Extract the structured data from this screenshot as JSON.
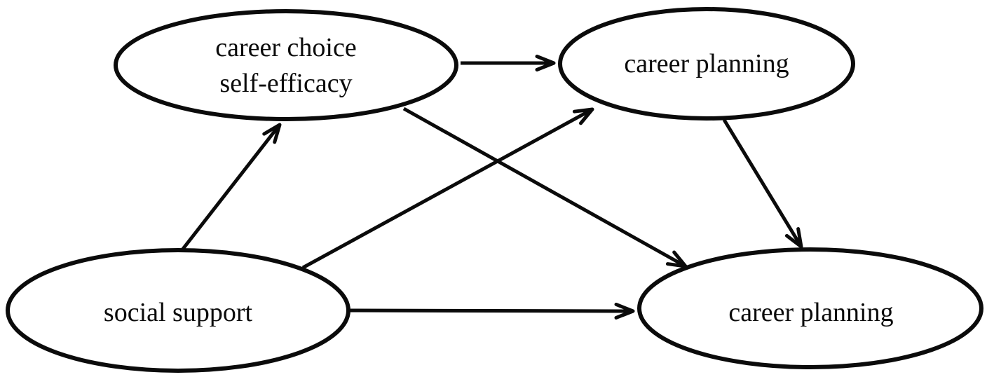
{
  "diagram": {
    "title": "path model: social support, career choice self-efficacy, career planning",
    "background_color": "#ffffff",
    "line_color": "#0b0b0b",
    "nodes": [
      {
        "id": "career-choice-self-efficacy",
        "shape": "ellipse",
        "label": "career choice self-efficacy",
        "label_line1": "career choice",
        "label_line2": "self-efficacy",
        "position": "top-left"
      },
      {
        "id": "career-planning-top",
        "shape": "ellipse",
        "label": "career planning",
        "position": "top-right"
      },
      {
        "id": "social-support",
        "shape": "ellipse",
        "label": "social support",
        "position": "bottom-left"
      },
      {
        "id": "career-planning-bottom",
        "shape": "ellipse",
        "label": "career planning",
        "position": "bottom-right"
      }
    ],
    "edges": [
      {
        "from": "social-support",
        "to": "career-choice-self-efficacy",
        "style": "arrow"
      },
      {
        "from": "social-support",
        "to": "career-planning-top",
        "style": "arrow"
      },
      {
        "from": "social-support",
        "to": "career-planning-bottom",
        "style": "arrow"
      },
      {
        "from": "career-choice-self-efficacy",
        "to": "career-planning-top",
        "style": "arrow"
      },
      {
        "from": "career-choice-self-efficacy",
        "to": "career-planning-bottom",
        "style": "arrow"
      },
      {
        "from": "career-planning-top",
        "to": "career-planning-bottom",
        "style": "arrow"
      }
    ]
  }
}
